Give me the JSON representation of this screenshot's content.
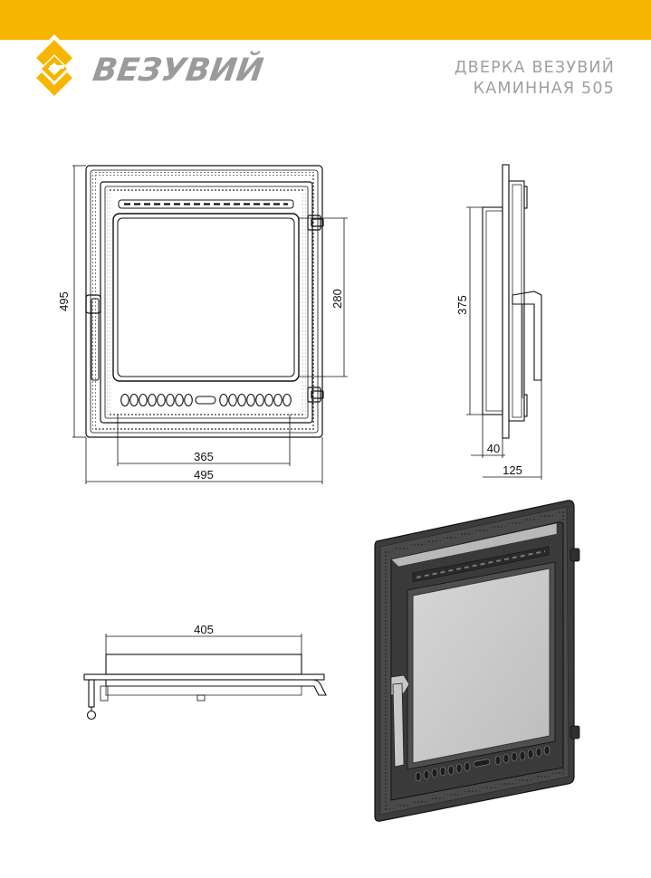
{
  "brand": {
    "name": "ВЕЗУВИЙ",
    "accent_color": "#f7b500",
    "logo_icon": "vezuviy-logo-icon"
  },
  "product": {
    "title_line1": "ДВЕРКА ВЕЗУВИЙ",
    "title_line2": "КАМИННАЯ 505"
  },
  "dimensions": {
    "front_height": "495",
    "front_width": "495",
    "glass_width": "365",
    "glass_height": "280",
    "side_height": "375",
    "side_depth_inner": "40",
    "side_depth_total": "125",
    "top_width": "405"
  }
}
